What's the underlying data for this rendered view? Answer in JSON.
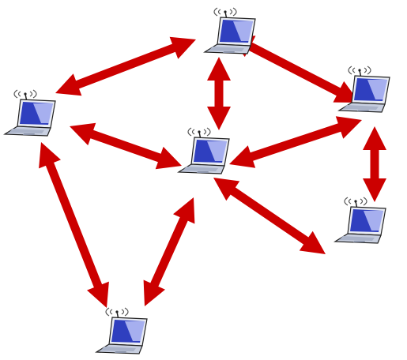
{
  "diagram": {
    "type": "wireless ad-hoc network",
    "node_icon": "wireless-laptop-icon",
    "colors": {
      "link": "#cc0000",
      "screen": "#2f3fbf",
      "screen_highlight": "#cfd6ff",
      "laptop_body": "#c8cfe0",
      "outline": "#222222",
      "signal": "#555555"
    },
    "nodes": [
      {
        "id": "top"
      },
      {
        "id": "left"
      },
      {
        "id": "center"
      },
      {
        "id": "right"
      },
      {
        "id": "right-lower"
      },
      {
        "id": "bottom"
      }
    ],
    "links": [
      {
        "from": "top",
        "to": "left",
        "direction": "bidirectional"
      },
      {
        "from": "top",
        "to": "center",
        "direction": "bidirectional"
      },
      {
        "from": "top",
        "to": "right",
        "direction": "bidirectional"
      },
      {
        "from": "left",
        "to": "center",
        "direction": "bidirectional"
      },
      {
        "from": "left",
        "to": "bottom",
        "direction": "bidirectional"
      },
      {
        "from": "center",
        "to": "right",
        "direction": "bidirectional"
      },
      {
        "from": "center",
        "to": "bottom",
        "direction": "bidirectional"
      },
      {
        "from": "right",
        "to": "right-lower",
        "direction": "bidirectional"
      },
      {
        "from": "center",
        "to": "open-space",
        "direction": "bidirectional"
      }
    ]
  }
}
